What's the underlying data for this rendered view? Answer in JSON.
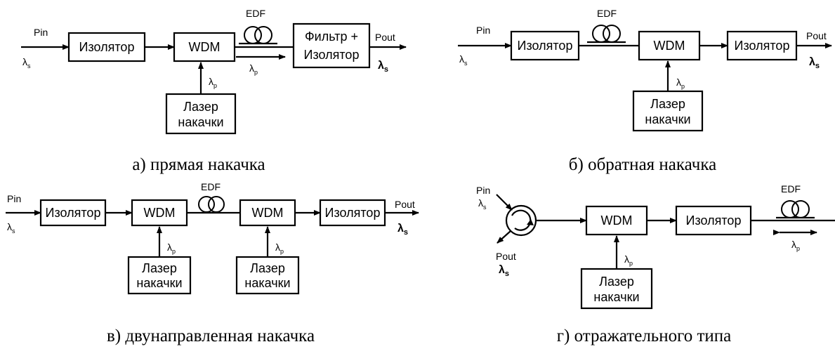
{
  "symbols": {
    "lambda": "λ",
    "s": "s",
    "p": "p"
  },
  "panel_a": {
    "pin": "Pin",
    "pout": "Pout",
    "edf": "EDF",
    "isolator": "Изолятор",
    "wdm": "WDM",
    "filter_line1": "Фильтр +",
    "filter_line2": "Изолятор",
    "laser_line1": "Лазер",
    "laser_line2": "накачки",
    "caption": "а) прямая накачка"
  },
  "panel_b": {
    "pin": "Pin",
    "pout": "Pout",
    "edf": "EDF",
    "isolator1": "Изолятор",
    "wdm": "WDM",
    "isolator2": "Изолятор",
    "laser_line1": "Лазер",
    "laser_line2": "накачки",
    "caption": "б) обратная накачка"
  },
  "panel_c": {
    "pin": "Pin",
    "pout": "Pout",
    "edf": "EDF",
    "isolator1": "Изолятор",
    "wdm1": "WDM",
    "wdm2": "WDM",
    "isolator2": "Изолятор",
    "laser1_line1": "Лазер",
    "laser1_line2": "накачки",
    "laser2_line1": "Лазер",
    "laser2_line2": "накачки",
    "caption": "в) двунаправленная накачка"
  },
  "panel_d": {
    "pin": "Pin",
    "pout": "Pout",
    "edf": "EDF",
    "wdm": "WDM",
    "isolator": "Изолятор",
    "laser_line1": "Лазер",
    "laser_line2": "накачки",
    "caption": "г) отражательного типа"
  }
}
